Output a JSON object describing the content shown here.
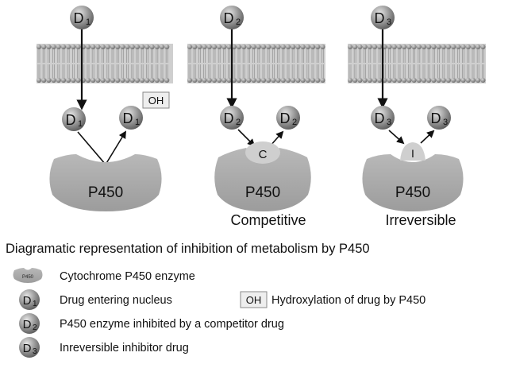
{
  "panels": [
    {
      "id": "d1",
      "drug_main": "D",
      "drug_sub": "1",
      "enzyme_label": "P450",
      "product_tag": "OH",
      "caption": ""
    },
    {
      "id": "d2",
      "drug_main": "D",
      "drug_sub": "2",
      "enzyme_label": "P450",
      "site_label": "C",
      "caption": "Competitive"
    },
    {
      "id": "d3",
      "drug_main": "D",
      "drug_sub": "3",
      "enzyme_label": "P450",
      "site_label": "I",
      "caption": "Irreversible"
    }
  ],
  "diagram_title": "Diagramatic representation of inhibition of metabolism by P450",
  "legend": {
    "enzyme_icon_label": "P450",
    "enzyme_text": "Cytochrome P450 enzyme",
    "d1_text": "Drug entering nucleus",
    "oh_tag": "OH",
    "oh_text": "Hydroxylation of drug by P450",
    "d2_text": "P450 enzyme inhibited by a competitor drug",
    "d3_text": "Inreversible inhibitor drug"
  },
  "colors": {
    "membrane_head": "#8c8c8c",
    "membrane_tail": "#b9b9b9",
    "enzyme_fill": "#a9a9a9",
    "molecule_fill": "#8e8e8e",
    "text": "#111111"
  }
}
